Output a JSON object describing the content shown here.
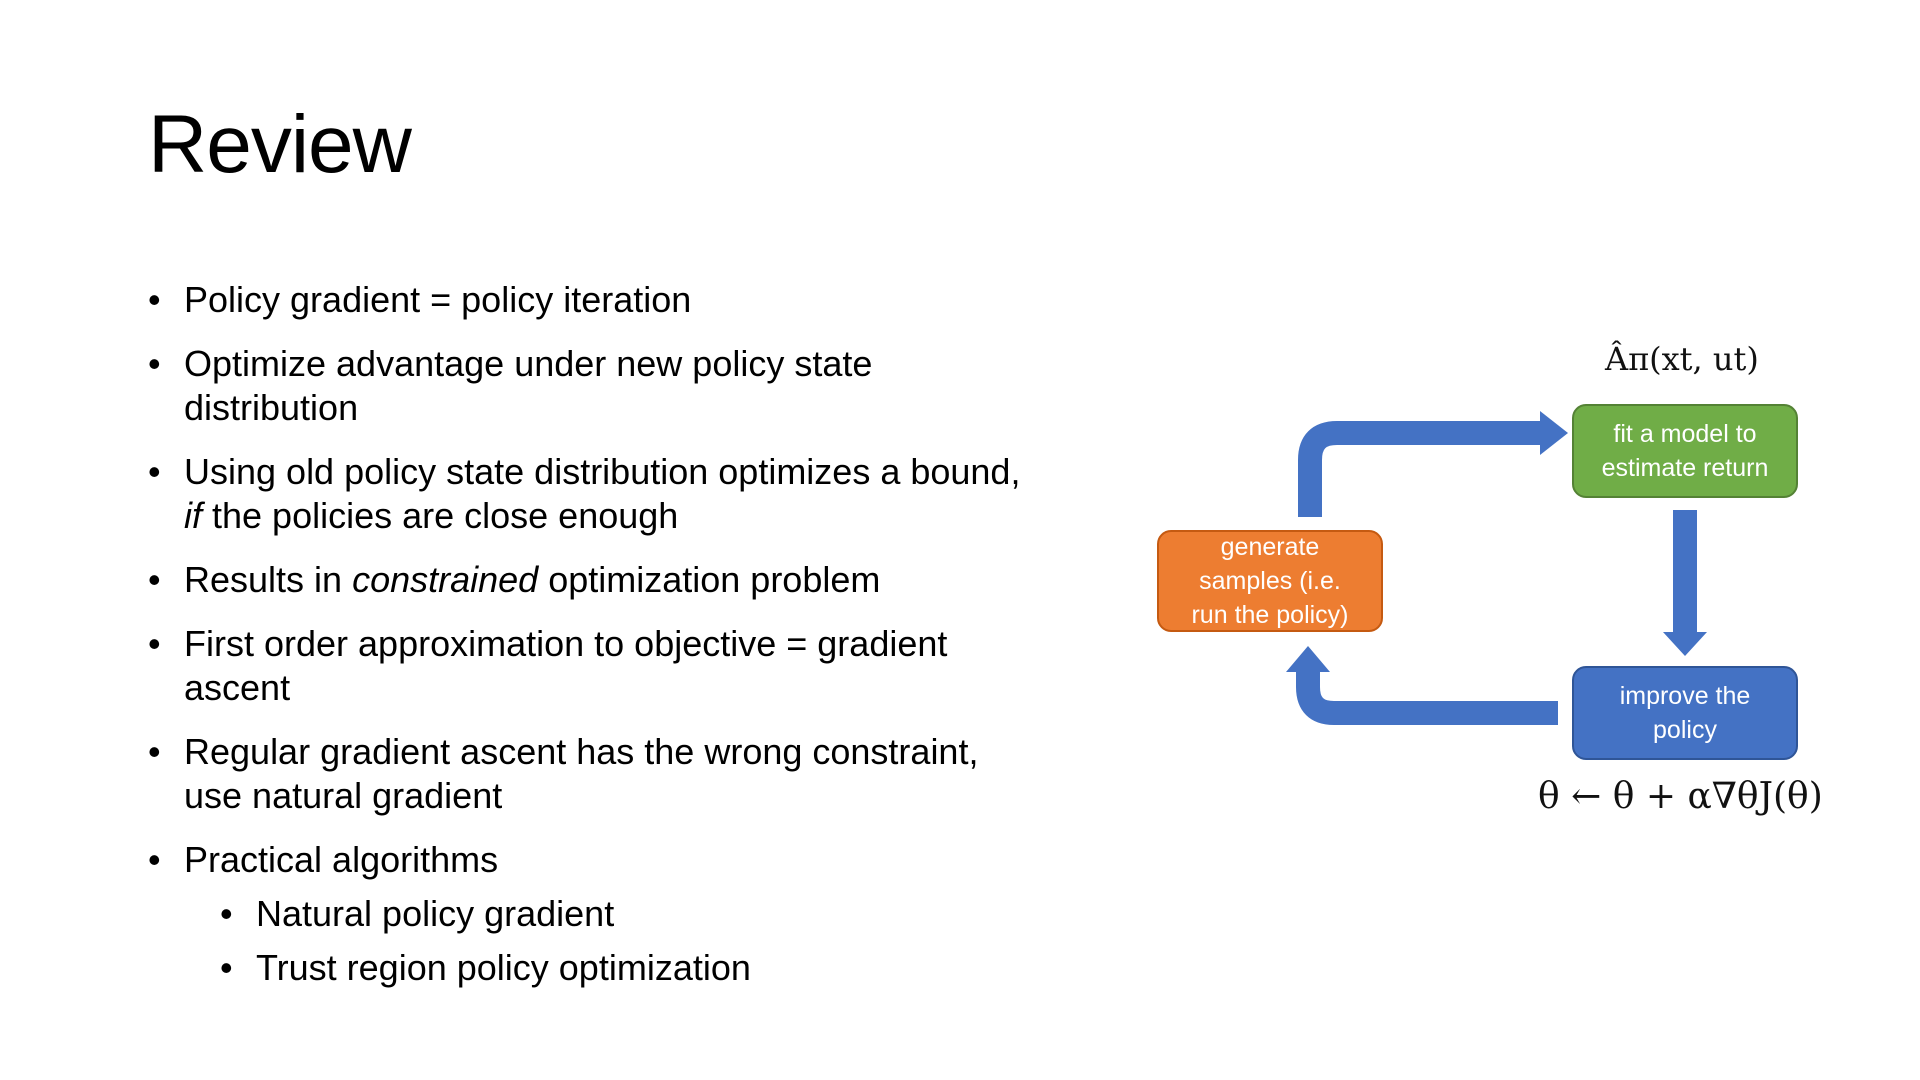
{
  "slide": {
    "title": "Review",
    "bullets": [
      {
        "text": "Policy gradient = policy iteration"
      },
      {
        "text": "Optimize advantage under new policy state distribution"
      },
      {
        "before": "Using old policy state distribution optimizes a bound, ",
        "emph": "if",
        "after": " the policies are close enough"
      },
      {
        "before": "Results in ",
        "emph": "constrained",
        "after": " optimization problem"
      },
      {
        "text": "First order approximation to objective = gradient ascent"
      },
      {
        "text": "Regular gradient ascent has the wrong constraint, use natural gradient"
      },
      {
        "text": "Practical algorithms"
      }
    ],
    "sub_bullets": [
      "Natural policy gradient",
      "Trust region policy optimization"
    ]
  },
  "diagram": {
    "generate_box": {
      "line1": "generate",
      "line2": "samples (i.e.",
      "line3": "run the policy)"
    },
    "fit_box": {
      "line1": "fit a model to",
      "line2": "estimate return"
    },
    "improve_box": {
      "line1": "improve the",
      "line2": "policy"
    },
    "formula_top": "Âπ(xt, ut)",
    "formula_bottom": "θ ← θ + α∇θJ(θ)"
  },
  "colors": {
    "orange": "#ed7d31",
    "green": "#70ad47",
    "blue": "#4472c4",
    "arrow": "#4472c4"
  }
}
